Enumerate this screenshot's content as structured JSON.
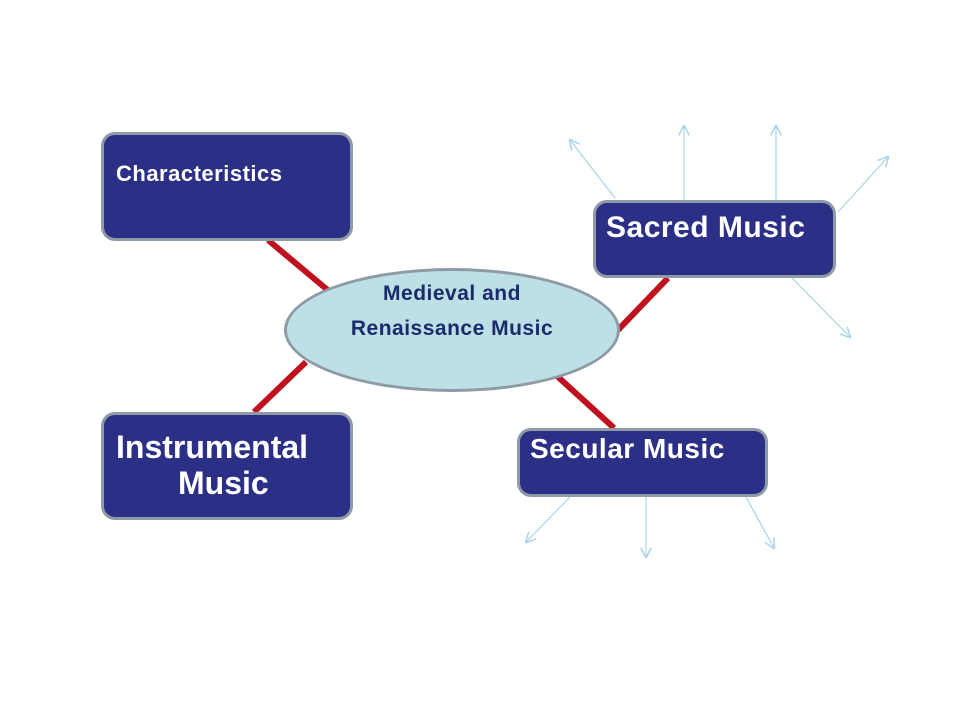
{
  "center": {
    "line1": "Medieval and",
    "line2": "Renaissance Music"
  },
  "nodes": {
    "characteristics": "Characteristics",
    "sacred_music": "Sacred Music",
    "instrumental_music": {
      "line1": "Instrumental",
      "line2": "Music"
    },
    "secular_music": "Secular Music"
  },
  "colors": {
    "box_fill": "#2b2f86",
    "box_border": "#8e9aa6",
    "center_fill": "#bde0e6",
    "connector": "#c0111f",
    "arrow": "#a9d4e8",
    "box_text": "#ffffff",
    "center_text": "#1b2a6a"
  }
}
